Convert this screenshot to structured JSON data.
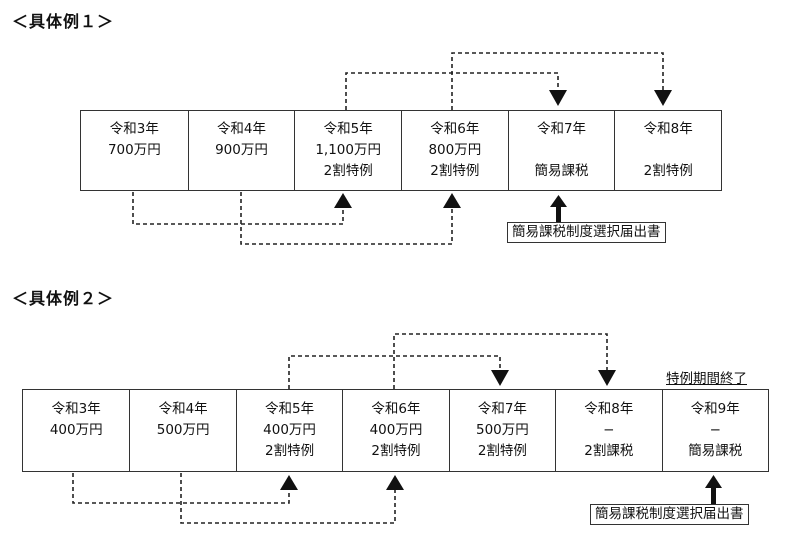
{
  "example1": {
    "heading": "＜具体例１＞",
    "cells": [
      {
        "year": "令和3年",
        "line2": "700万円",
        "line3": ""
      },
      {
        "year": "令和4年",
        "line2": "900万円",
        "line3": ""
      },
      {
        "year": "令和5年",
        "line2": "1,100万円",
        "line3": "2割特例"
      },
      {
        "year": "令和6年",
        "line2": "800万円",
        "line3": "2割特例"
      },
      {
        "year": "令和7年",
        "line2": "",
        "line3": "簡易課税"
      },
      {
        "year": "令和8年",
        "line2": "",
        "line3": "2割特例"
      }
    ],
    "filing": "簡易課税制度選択届出書"
  },
  "example2": {
    "heading": "＜具体例２＞",
    "end_label": "特例期間終了",
    "cells": [
      {
        "year": "令和3年",
        "line2": "400万円",
        "line3": ""
      },
      {
        "year": "令和4年",
        "line2": "500万円",
        "line3": ""
      },
      {
        "year": "令和5年",
        "line2": "400万円",
        "line3": "2割特例"
      },
      {
        "year": "令和6年",
        "line2": "400万円",
        "line3": "2割特例"
      },
      {
        "year": "令和7年",
        "line2": "500万円",
        "line3": "2割特例"
      },
      {
        "year": "令和8年",
        "line2": "−",
        "line3": "2割課税"
      },
      {
        "year": "令和9年",
        "line2": "−",
        "line3": "簡易課税"
      }
    ],
    "filing": "簡易課税制度選択届出書"
  }
}
